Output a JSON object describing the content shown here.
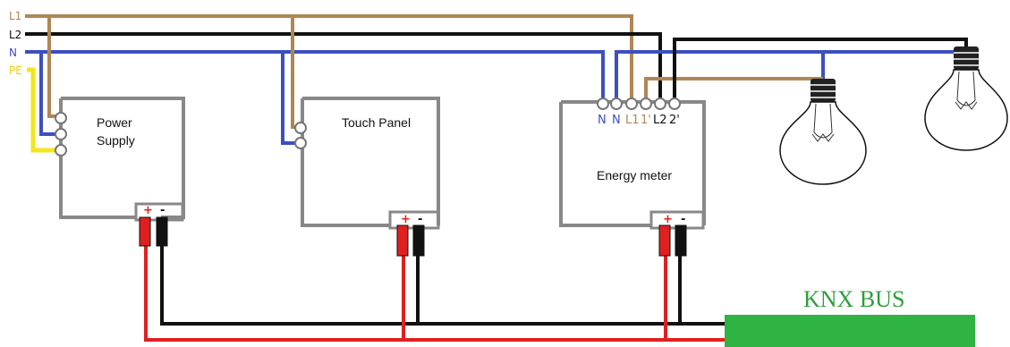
{
  "lines": [
    {
      "key": "L1",
      "label": "L1",
      "color": "#b08654"
    },
    {
      "key": "L2",
      "label": "L2",
      "color": "#111111"
    },
    {
      "key": "N",
      "label": "N",
      "color": "#3d4fbf"
    },
    {
      "key": "PE",
      "label": "PE",
      "color": "#f4e51e"
    }
  ],
  "devices": {
    "power_supply": {
      "label_line1": "Power",
      "label_line2": "Supply",
      "plus": "+",
      "minus": "-"
    },
    "touch_panel": {
      "label": "Touch Panel",
      "plus": "+",
      "minus": "-"
    },
    "energy_meter": {
      "label": "Energy meter",
      "plus": "+",
      "minus": "-",
      "terminals": [
        {
          "label": "N",
          "color": "#3d4fbf"
        },
        {
          "label": "N",
          "color": "#3d4fbf"
        },
        {
          "label": "L1",
          "color": "#b08654"
        },
        {
          "label": "1'",
          "color": "#b08654"
        },
        {
          "label": "L2",
          "color": "#111111"
        },
        {
          "label": "2'",
          "color": "#111111"
        }
      ]
    }
  },
  "bus": {
    "label": "KNX BUS",
    "label_color": "#2e9e3a",
    "bar_color": "#2fb343"
  },
  "colors": {
    "plus_wire": "#e02020",
    "minus_wire": "#111111",
    "box": "#888888"
  }
}
